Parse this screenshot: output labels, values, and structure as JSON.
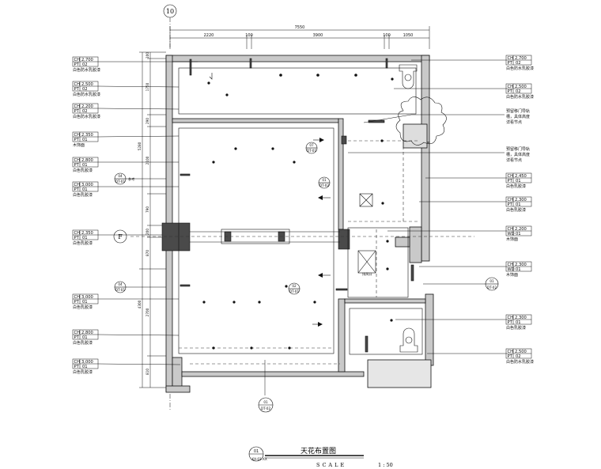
{
  "grid": {
    "top": "10",
    "left": "F"
  },
  "dims": {
    "top_total": "7550",
    "top_segments": [
      "2220",
      "100",
      "3900",
      "100",
      "1050"
    ],
    "left_segments": [
      "100",
      "1750",
      "290",
      "2100",
      "790",
      "200",
      "870",
      "2700",
      "810"
    ],
    "left_totals": [
      "5280",
      "4300"
    ]
  },
  "tags_left": [
    {
      "code": "CH",
      "value": "2,700",
      "sub": "PT",
      "sub_val": "02",
      "desc": "白色防水乳胶漆"
    },
    {
      "code": "CH",
      "value": "2,500",
      "sub": "PT",
      "sub_val": "02",
      "desc": "白色防水乳胶漆"
    },
    {
      "code": "CH",
      "value": "2,200",
      "sub": "PT",
      "sub_val": "02",
      "desc": "白色防水乳胶漆"
    },
    {
      "code": "CH",
      "value": "2,350",
      "sub": "PT",
      "sub_val": "01",
      "desc": "木饰面"
    },
    {
      "code": "CH",
      "value": "2,800",
      "sub": "PT",
      "sub_val": "01",
      "desc": "白色乳胶漆"
    },
    {
      "code": "CH",
      "value": "3,000",
      "sub": "PT",
      "sub_val": "01",
      "desc": "白色乳胶漆"
    },
    {
      "code": "CH",
      "value": "2,350",
      "sub": "PT",
      "sub_val": "01",
      "desc": "白色乳胶漆"
    },
    {
      "code": "CH",
      "value": "3,000",
      "sub": "PT",
      "sub_val": "01",
      "desc": "白色乳胶漆"
    },
    {
      "code": "CH",
      "value": "2,800",
      "sub": "PT",
      "sub_val": "01",
      "desc": "白色乳胶漆"
    },
    {
      "code": "CH",
      "value": "3,000",
      "sub": "PT",
      "sub_val": "01",
      "desc": "白色乳胶漆"
    }
  ],
  "tags_right": [
    {
      "code": "CH",
      "value": "2,700",
      "sub": "PT",
      "sub_val": "02",
      "desc": "白色防水乳胶漆"
    },
    {
      "code": "CH",
      "value": "2,500",
      "sub": "PT",
      "sub_val": "02",
      "desc": "白色防水乳胶漆"
    },
    {
      "code": "CH",
      "value": "2,450",
      "sub": "PT",
      "sub_val": "01",
      "desc": "白色乳胶漆"
    },
    {
      "code": "CH",
      "value": "2,300",
      "sub": "PT",
      "sub_val": "01",
      "desc": "白色乳胶漆"
    },
    {
      "code": "CH",
      "value": "2,200",
      "sub": "WD",
      "sub_val": "01",
      "desc": "木饰面"
    },
    {
      "code": "CH",
      "value": "2,300",
      "sub": "WD",
      "sub_val": "01",
      "desc": "木饰面"
    },
    {
      "code": "CH",
      "value": "2,300",
      "sub": "PT",
      "sub_val": "01",
      "desc": "白色乳胶漆"
    },
    {
      "code": "CH",
      "value": "2,500",
      "sub": "PT",
      "sub_val": "02",
      "desc": "白色防水乳胶漆"
    }
  ],
  "notes": [
    {
      "l1": "预留移门导轨",
      "l2": "槽，具体高度",
      "l3": "详看节点"
    },
    {
      "l1": "预留移门导轨",
      "l2": "槽，具体高度",
      "l3": "详看节点"
    }
  ],
  "section_marks": [
    {
      "num": "04",
      "ref": "DT-01"
    },
    {
      "num": "04",
      "ref": "DT-01"
    },
    {
      "num": "07",
      "ref": "DT-01"
    },
    {
      "num": "01",
      "ref": "DT-02"
    },
    {
      "num": "02",
      "ref": "DT-01"
    },
    {
      "num": "01",
      "ref": "DT-02"
    },
    {
      "num": "01",
      "ref": "DT-02"
    }
  ],
  "section_note": "参考",
  "fixture_label": "排风口",
  "title": {
    "number": "01",
    "sub": "XX-01-XX",
    "name": "天花布置图",
    "scale_label": "SCALE",
    "scale": "1 : 50"
  }
}
